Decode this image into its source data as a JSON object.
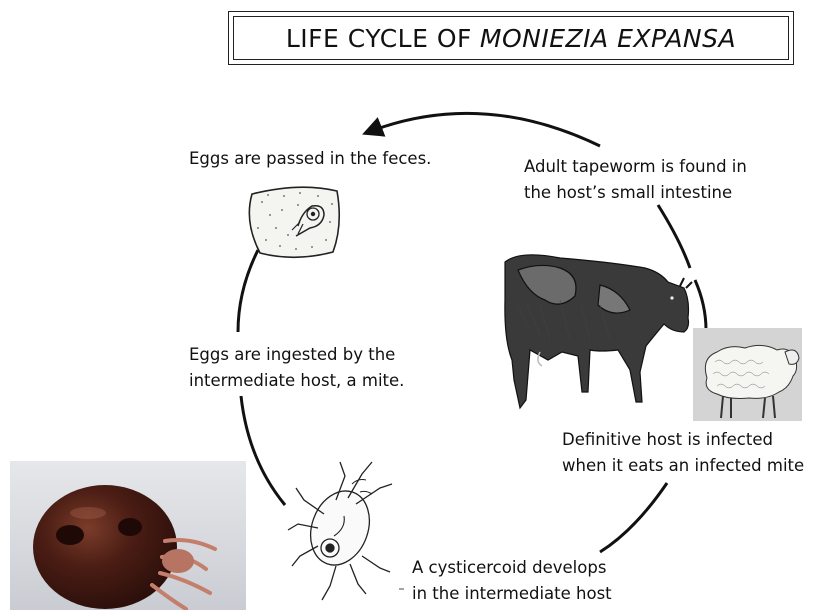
{
  "title": {
    "prefix": "LIFE CYCLE OF",
    "species": "MONIEZIA EXPANSA"
  },
  "stages": [
    {
      "lines": [
        "Eggs are passed in the feces."
      ]
    },
    {
      "lines": [
        "Adult tapeworm is found in",
        "the host’s small intestine"
      ]
    },
    {
      "lines": [
        "Eggs are ingested by the",
        "intermediate host, a mite."
      ]
    },
    {
      "lines": [
        "Definitive host is infected",
        "when  it eats an infected mite"
      ]
    },
    {
      "lines": [
        "A cysticercoid develops",
        "in the intermediate host"
      ]
    }
  ],
  "figures": [
    "egg",
    "cow",
    "sheep",
    "mite-drawing",
    "mite-photo"
  ]
}
